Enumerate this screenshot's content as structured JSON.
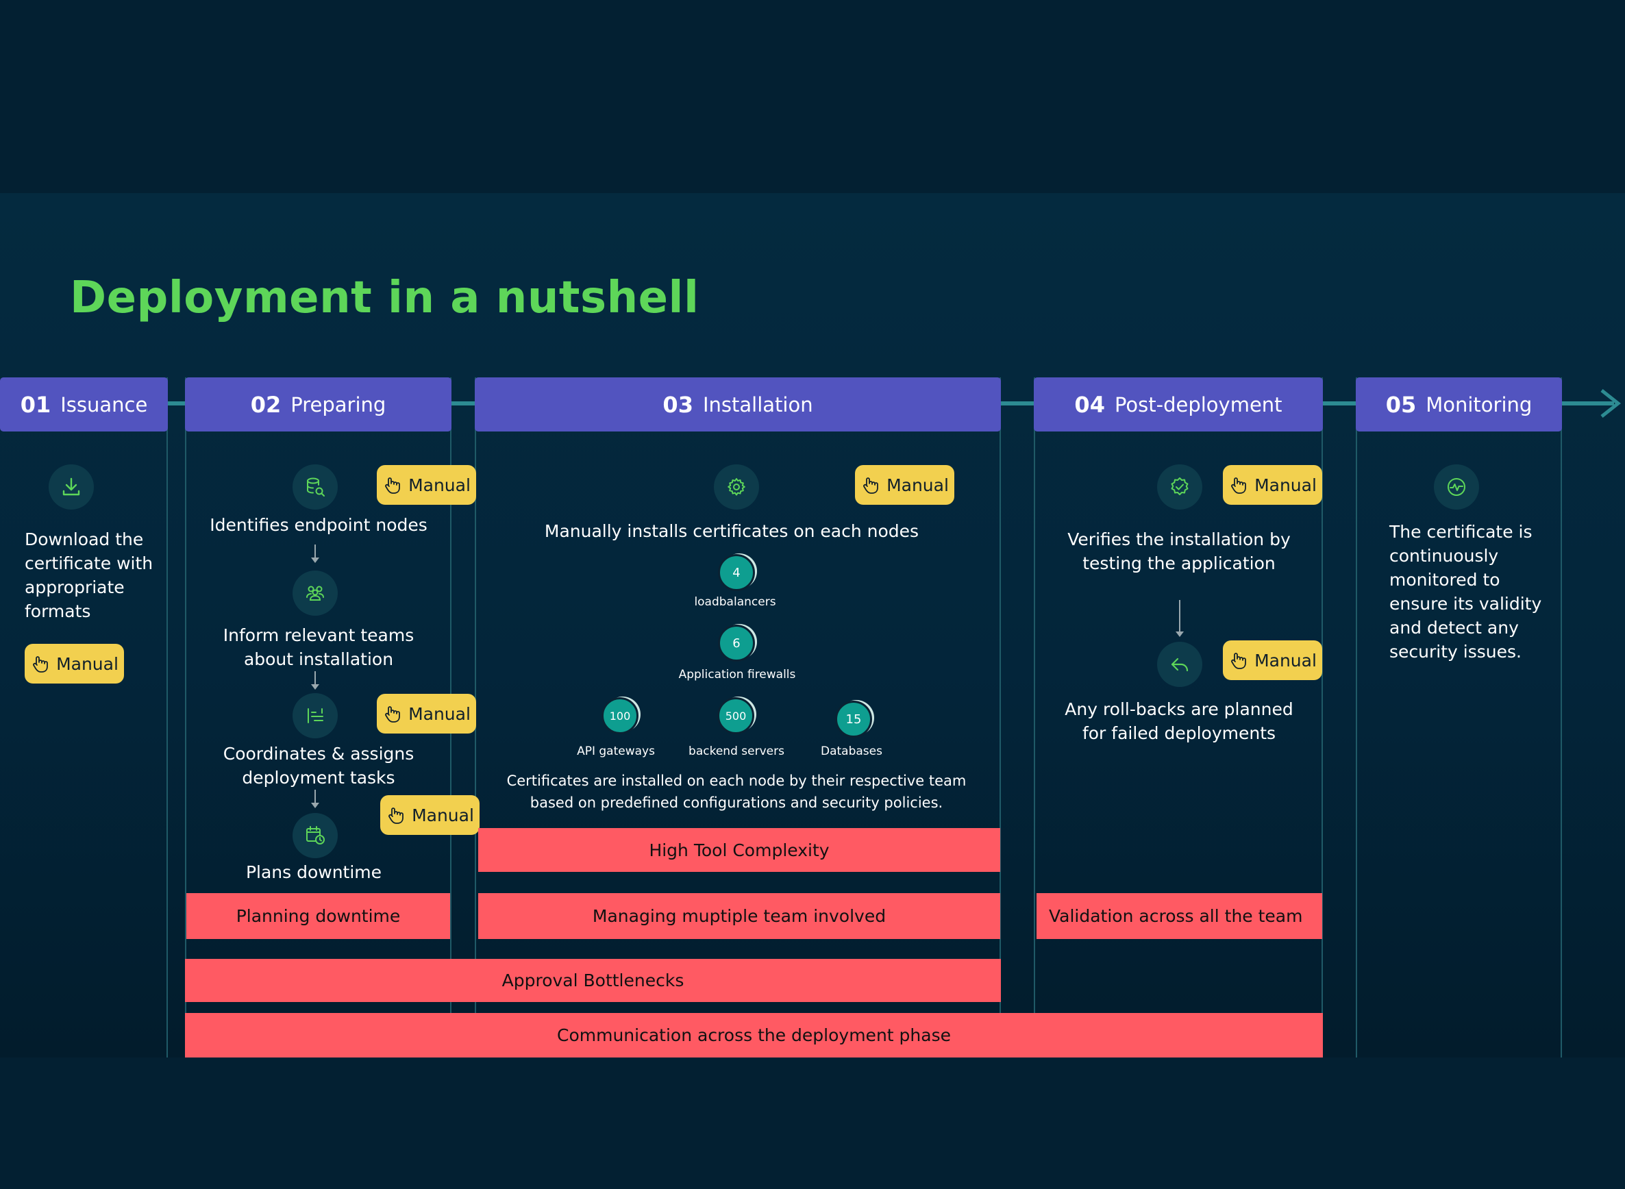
{
  "title": "Deployment in a nutshell",
  "colors": {
    "title": "#5ed659",
    "header": "#5254bf",
    "badge": "#f2d04f",
    "challenge": "#ff5a63",
    "node": "#0e9e90",
    "background": "#032032"
  },
  "badge_label": "Manual",
  "badge_icon": "hand-pointer-icon",
  "stages": [
    {
      "num": "01",
      "name": "Issuance",
      "icon": "download-icon",
      "text": [
        "Download the",
        "certificate with",
        "appropriate",
        "formats"
      ]
    },
    {
      "num": "02",
      "name": "Preparing",
      "steps": [
        {
          "icon": "database-search-icon",
          "text": [
            "Identifies endpoint nodes"
          ]
        },
        {
          "icon": "team-icon",
          "text": [
            "Inform relevant teams",
            "about installation"
          ]
        },
        {
          "icon": "task-list-icon",
          "text": [
            "Coordinates & assigns",
            "deployment tasks"
          ]
        },
        {
          "icon": "calendar-clock-icon",
          "text": [
            "Plans downtime"
          ]
        }
      ]
    },
    {
      "num": "03",
      "name": "Installation",
      "icon": "gear-icon",
      "text": "Manually installs certificates on each nodes",
      "nodes": [
        {
          "count": "4",
          "label": "loadbalancers"
        },
        {
          "count": "6",
          "label": "Application firewalls"
        },
        {
          "count": "100",
          "label": "API gateways"
        },
        {
          "count": "500",
          "label": "backend servers"
        },
        {
          "count": "15",
          "label": "Databases"
        }
      ],
      "note": [
        "Certificates are installed on each node by their respective team",
        "based on predefined configurations and security policies."
      ]
    },
    {
      "num": "04",
      "name": "Post-deployment",
      "steps": [
        {
          "icon": "verified-badge-icon",
          "text": [
            "Verifies the installation by",
            "testing the application"
          ]
        },
        {
          "icon": "reply-icon",
          "text": [
            "Any roll-backs are planned",
            "for failed deployments"
          ]
        }
      ]
    },
    {
      "num": "05",
      "name": "Monitoring",
      "icon": "pulse-icon",
      "text": [
        "The certificate is",
        "continuously",
        "monitored to",
        "ensure its validity",
        "and detect any",
        "security issues."
      ]
    }
  ],
  "challenges": {
    "high_tool_complexity": "High Tool Complexity",
    "planning_downtime": "Planning downtime",
    "managing_teams": "Managing muptiple team involved",
    "validation": "Validation across all the team",
    "approval": "Approval Bottlenecks",
    "communication": "Communication across the deployment phase"
  }
}
